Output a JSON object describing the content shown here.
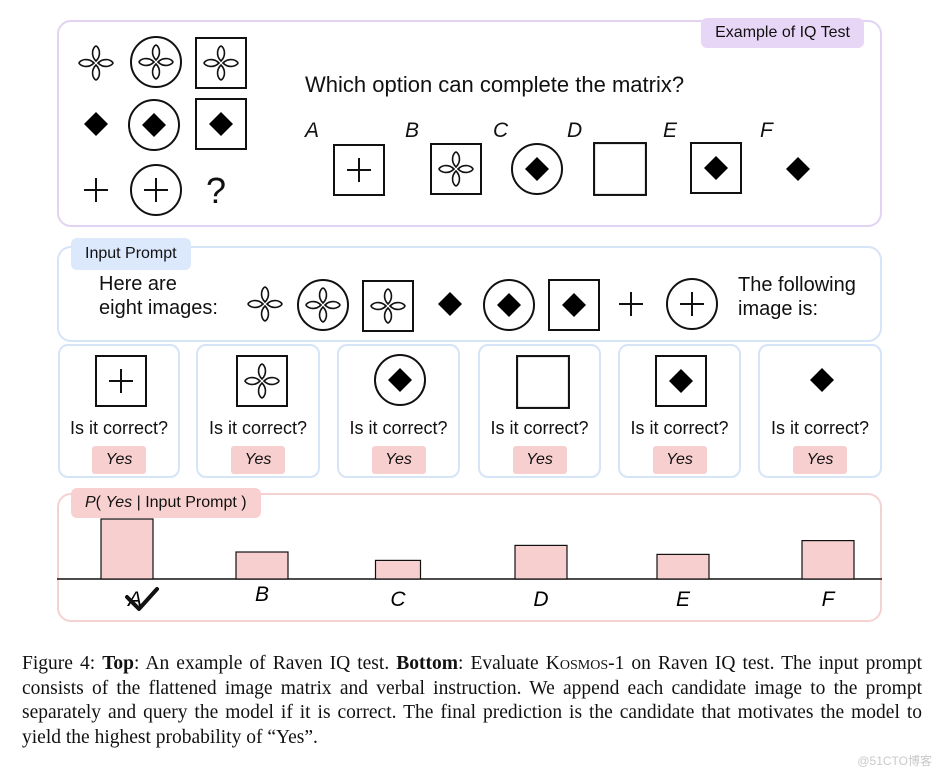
{
  "top_panel": {
    "tag": "Example of IQ Test",
    "question": "Which option can complete the matrix?",
    "missing_mark": "?",
    "option_letters": [
      "A",
      "B",
      "C",
      "D",
      "E",
      "F"
    ]
  },
  "input_prompt": {
    "tag": "Input Prompt",
    "lead_text_line1": "Here are",
    "lead_text_line2": "eight images:",
    "trail_text_line1": "The following",
    "trail_text_line2": "image is:"
  },
  "candidates": [
    {
      "question": "Is it correct?",
      "answer": "Yes"
    },
    {
      "question": "Is it correct?",
      "answer": "Yes"
    },
    {
      "question": "Is it correct?",
      "answer": "Yes"
    },
    {
      "question": "Is it correct?",
      "answer": "Yes"
    },
    {
      "question": "Is it correct?",
      "answer": "Yes"
    },
    {
      "question": "Is it correct?",
      "answer": "Yes"
    }
  ],
  "probability_panel": {
    "tag_p": "P",
    "tag_open": "(",
    "tag_yes": "Yes",
    "tag_rest": "| Input Prompt )"
  },
  "chart_data": {
    "type": "bar",
    "categories": [
      "A",
      "B",
      "C",
      "D",
      "E",
      "F"
    ],
    "values": [
      1.0,
      0.45,
      0.31,
      0.56,
      0.41,
      0.64
    ],
    "ylim": [
      0,
      1.0
    ],
    "title": "",
    "xlabel": "",
    "ylabel": "",
    "grid": false,
    "correct_category": "A",
    "bar_fill": "#f8cfcf",
    "bar_stroke": "#111111"
  },
  "caption": {
    "fig_label": "Figure 4:",
    "top_label": "Top",
    "top_text": ": An example of Raven IQ test.",
    "bottom_label": "Bottom",
    "bottom_text_a": ": Evaluate",
    "model_name": "Kosmos",
    "bottom_text_b": "-1 on Raven IQ test. The input prompt consists of the flattened image matrix and verbal instruction. We append each candidate image to the prompt separately and query the model if it is correct. The final prediction is the candidate that motivates the model to yield the highest probability of “Yes”."
  },
  "watermark": "@51CTO博客",
  "colors": {
    "top_border": "#e3d3f3",
    "top_tag": "#e8d6f7",
    "prompt_border": "#d6e4f7",
    "prompt_tag": "#dce8fb",
    "prob_border": "#f5d2d2",
    "prob_tag": "#f8d0d0",
    "yes_fill": "#f8cfcf"
  }
}
